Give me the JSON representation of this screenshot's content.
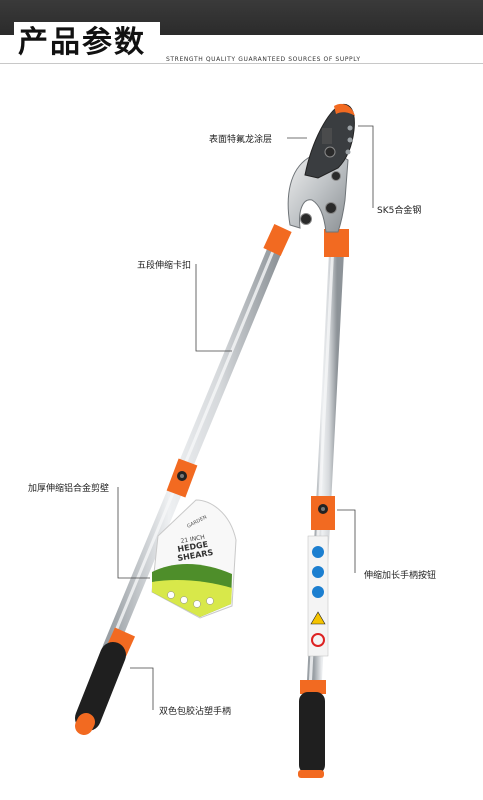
{
  "header": {
    "title": "产品参数",
    "subtitle": "STRENGTH QUALITY GUARANTEED SOURCES OF SUPPLY"
  },
  "callouts": {
    "coating": "表面特氟龙涂层",
    "steel": "SK5合金钢",
    "lock": "五段伸缩卡扣",
    "wall": "加厚伸缩铝合金剪壁",
    "button": "伸缩加长手柄按钮",
    "grip": "双色包胶沾塑手柄"
  },
  "tag": {
    "size": "21 INCH",
    "name_1": "HEDGE",
    "name_2": "SHEARS",
    "brand": "GARDEN"
  },
  "colors": {
    "accent": "#f26a21",
    "grip": "#1f1f1f",
    "aluminum": "#cfd3d6",
    "header_bar": "#2f2f2f"
  }
}
